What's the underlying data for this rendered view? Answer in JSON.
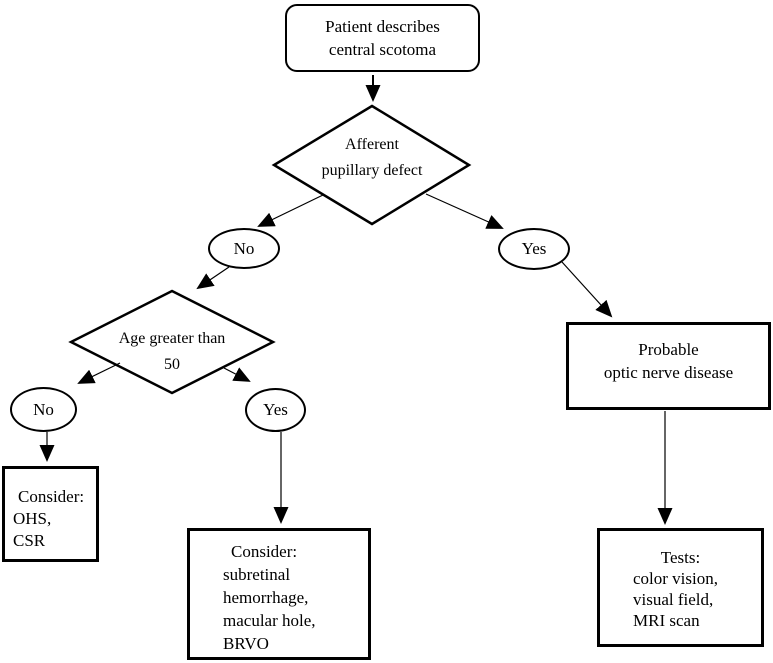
{
  "nodes": {
    "start": {
      "lines": [
        "Patient describes",
        "central scotoma"
      ]
    },
    "decision_apd": {
      "lines": [
        "Afferent",
        "pupillary defect"
      ]
    },
    "no1": {
      "label": "No"
    },
    "yes1": {
      "label": "Yes"
    },
    "decision_age": {
      "lines": [
        "Age greater than",
        "50"
      ]
    },
    "no2": {
      "label": "No"
    },
    "yes2": {
      "label": "Yes"
    },
    "probable": {
      "lines": [
        "Probable",
        "optic nerve disease"
      ]
    },
    "consider_ohs": {
      "lines": [
        "Consider:",
        "OHS,",
        "CSR"
      ]
    },
    "consider_subretinal": {
      "lines": [
        "Consider:",
        "subretinal",
        "hemorrhage,",
        "macular hole,",
        "BRVO"
      ]
    },
    "tests": {
      "lines": [
        "Tests:",
        "color vision,",
        "visual field,",
        "MRI scan"
      ]
    }
  },
  "colors": {
    "stroke": "#000000",
    "fill": "#ffffff"
  }
}
